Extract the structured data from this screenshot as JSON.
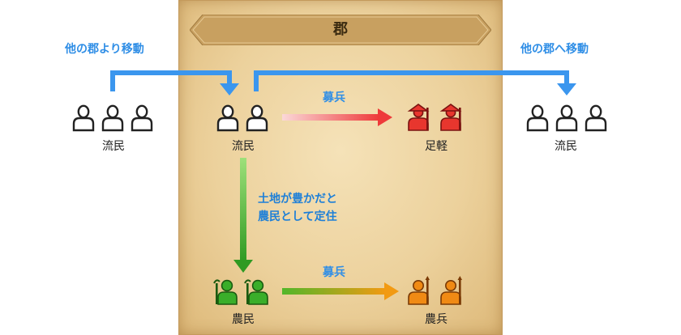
{
  "district_title": "郡",
  "left_note": "他の郡より移動",
  "right_note": "他の郡へ移動",
  "nodes": {
    "vagrant_outside_left": "流民",
    "vagrant_center": "流民",
    "vagrant_outside_right": "流民",
    "ashigaru": "足軽",
    "farmer": "農民",
    "farmer_soldier": "農兵"
  },
  "edges": {
    "recruit_top": "募兵",
    "recruit_bottom": "募兵",
    "settle_line1": "土地が豊かだと",
    "settle_line2": "農民として定住"
  },
  "colors": {
    "blue_arrow": "#3b96ee",
    "red_figure": "#e8362e",
    "green_figure": "#3aae2a",
    "orange_figure": "#f08a14",
    "panel_bg": "#ecd19c"
  }
}
